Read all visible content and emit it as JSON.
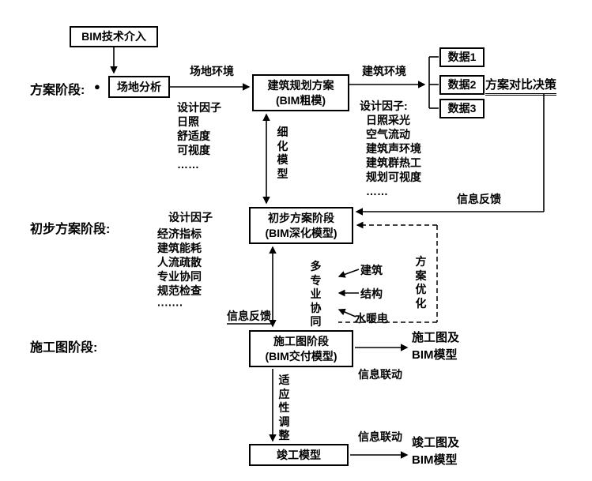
{
  "stages": {
    "scheme": "方案阶段:",
    "preliminary": "初步方案阶段:",
    "construction": "施工图阶段:"
  },
  "nodes": {
    "bim_intro": "BIM技术介入",
    "site_analysis": "场地分析",
    "planning_l1": "建筑规划方案",
    "planning_l2": "(BIM粗模)",
    "data1": "数据1",
    "data2": "数据2",
    "data3": "数据3",
    "preliminary_l1": "初步方案阶段",
    "preliminary_l2": "(BIM深化模型)",
    "construction_l1": "施工图阶段",
    "construction_l2": "(BIM交付模型)",
    "completion": "竣工模型"
  },
  "labels": {
    "bullet": "●",
    "site_env": "场地环境",
    "building_env": "建筑环境",
    "decision": "方案对比决策",
    "refine_model": "细化模型",
    "feedback_right": "信息反馈",
    "feedback_left": "信息反馈",
    "multi_collab": "多专业协同",
    "scheme_opt": "方案优化",
    "arch": "建筑",
    "structure": "结构",
    "mep": "水暖电",
    "info_link_cd": "信息联动",
    "info_link_cm": "信息联动",
    "adaptive_adjust": "适应性调整"
  },
  "factors": {
    "site": [
      "设计因子",
      "日照",
      "舒适度",
      "可视度",
      "……"
    ],
    "planning": [
      "设计因子:",
      "日照采光",
      "空气流动",
      "建筑声环境",
      "建筑群热工",
      "规划可视度",
      "……"
    ],
    "preliminary_title": "设计因子",
    "preliminary": [
      "经济指标",
      "建筑能耗",
      "人流疏散",
      "专业协同",
      "规范检查",
      "·······"
    ]
  },
  "outputs": {
    "construction_l1": "施工图及",
    "construction_l2": "BIM模型",
    "completion_l1": "竣工图及",
    "completion_l2": "BIM模型"
  },
  "colors": {
    "ink": "#000000",
    "background": "#ffffff"
  }
}
